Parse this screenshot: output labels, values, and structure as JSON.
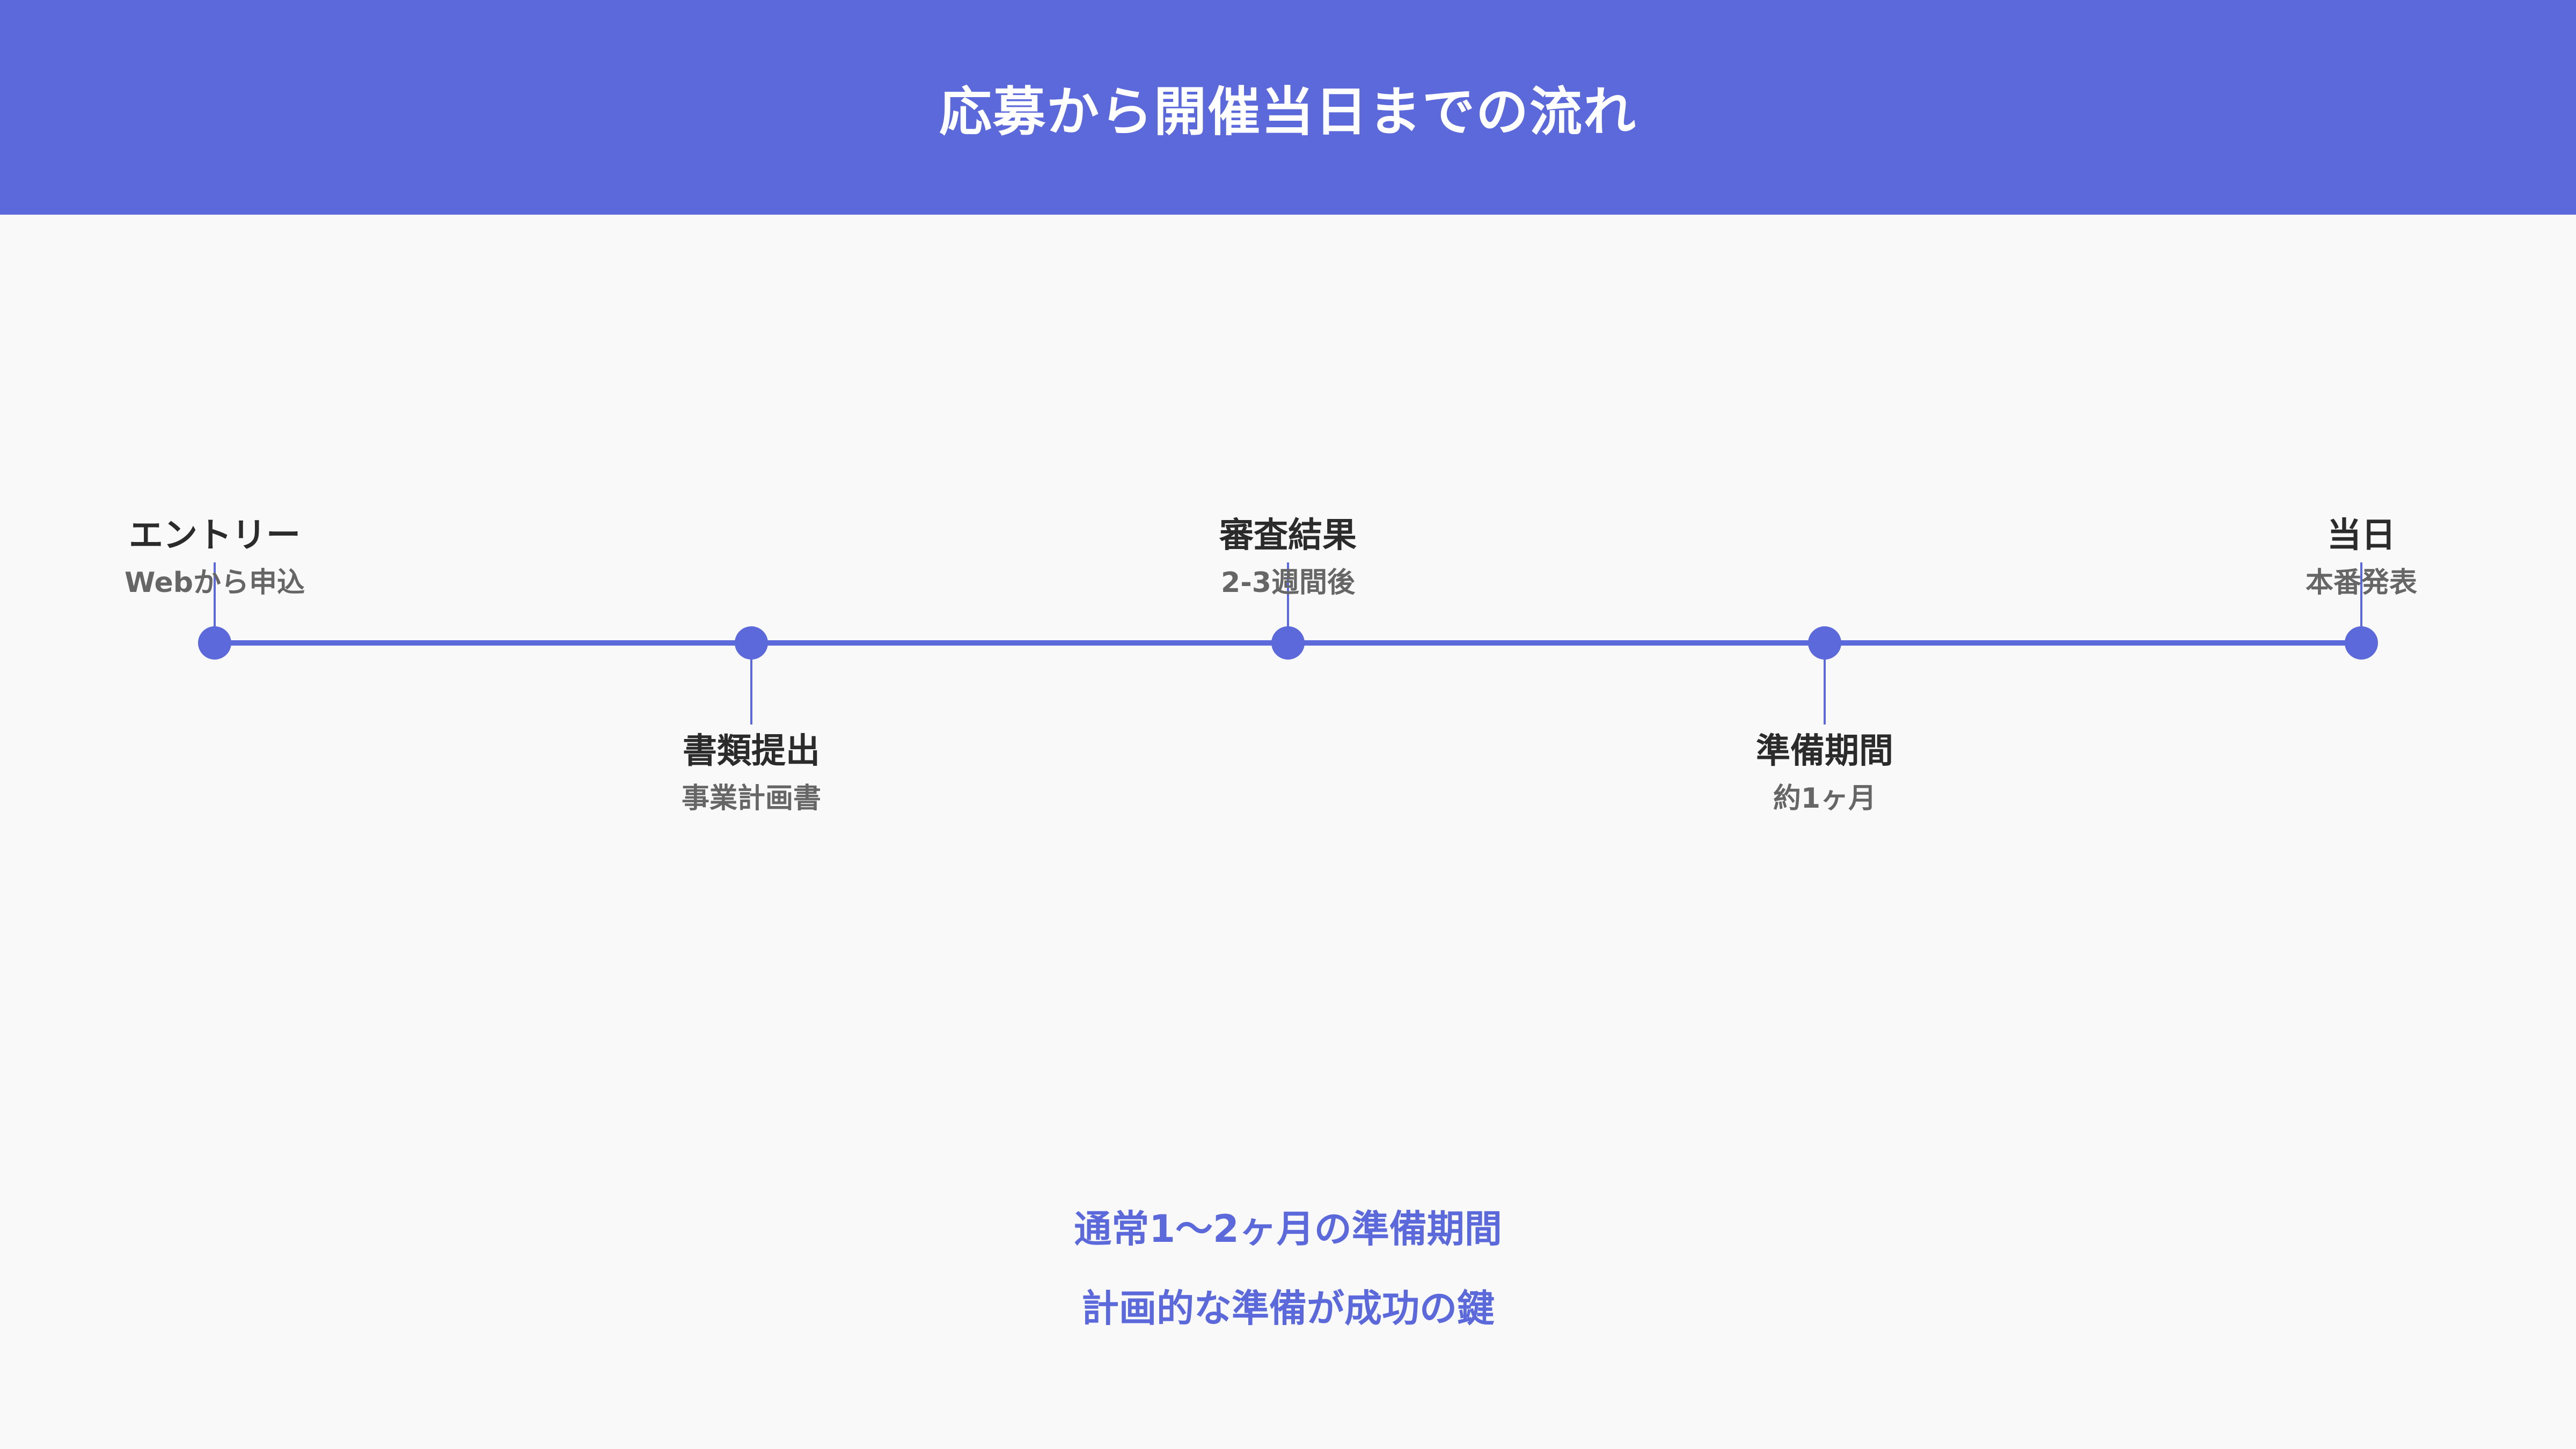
{
  "header": {
    "title": "応募から開催当日までの流れ"
  },
  "timeline": {
    "steps": [
      {
        "title": "エントリー",
        "subtitle": "Webから申込",
        "position": "above"
      },
      {
        "title": "書類提出",
        "subtitle": "事業計画書",
        "position": "below"
      },
      {
        "title": "審査結果",
        "subtitle": "2-3週間後",
        "position": "above"
      },
      {
        "title": "準備期間",
        "subtitle": "約1ヶ月",
        "position": "below"
      },
      {
        "title": "当日",
        "subtitle": "本番発表",
        "position": "above"
      }
    ]
  },
  "footer": {
    "line1": "通常1〜2ヶ月の準備期間",
    "line2": "計画的な準備が成功の鍵"
  },
  "colors": {
    "accent": "#5b69db",
    "background": "#f9f9f9",
    "title_text": "#2b2b2b",
    "subtitle_text": "#666666"
  }
}
